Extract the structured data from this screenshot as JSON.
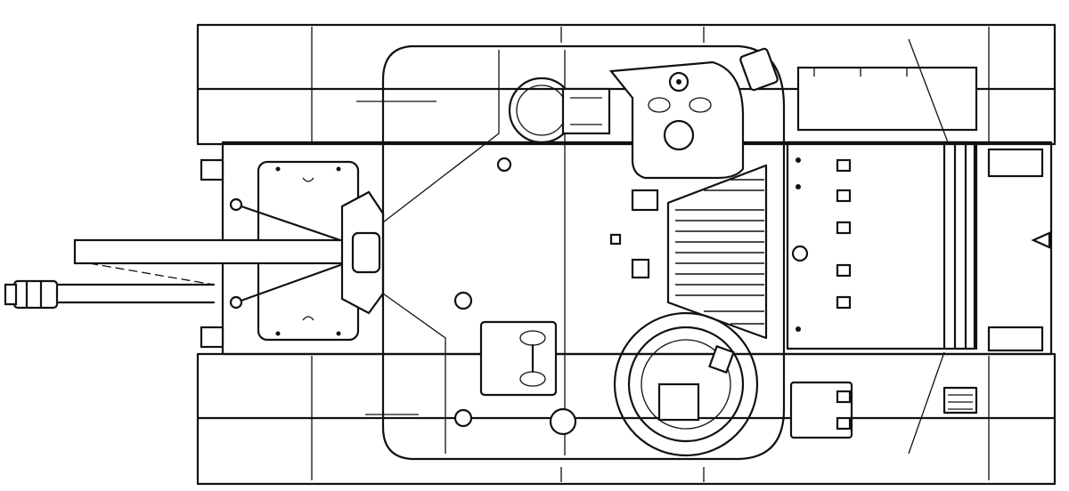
{
  "drawing": {
    "subject": "top-view-armored-vehicle",
    "colors": {
      "ink": "#111111",
      "paper": "#ffffff"
    },
    "parts": [
      "hull",
      "left-track-guard",
      "right-track-guard",
      "gun-barrel",
      "muzzle-brake",
      "gun-mantlet",
      "superstructure",
      "commander-hatch",
      "loader-hatch",
      "periscope-housing",
      "engine-grille",
      "engine-deck",
      "rear-deck"
    ]
  }
}
